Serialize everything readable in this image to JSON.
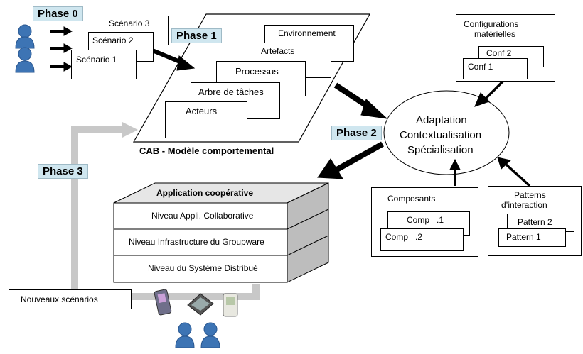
{
  "phases": {
    "p0": "Phase 0",
    "p1": "Phase 1",
    "p2": "Phase 2",
    "p3": "Phase 3"
  },
  "scenarios": [
    "Scénario 3",
    "Scénario 2",
    "Scénario 1"
  ],
  "model": {
    "caption": "CAB - Modèle comportemental",
    "layers": [
      "Environnement",
      "Artefacts",
      "Processus",
      "Arbre de tâches",
      "Acteurs"
    ]
  },
  "hardware": {
    "title_line1": "Configurations",
    "title_line2": "matérielles",
    "items": [
      "Conf 2",
      "Conf 1"
    ]
  },
  "adaptation": [
    "Adaptation",
    "Contextualisation",
    "Spécialisation"
  ],
  "application": {
    "title": "Application coopérative",
    "levels": [
      "Niveau Appli. Collaborative",
      "Niveau Infrastructure du Groupware",
      "Niveau du Système Distribué"
    ]
  },
  "components": {
    "title": "Composants",
    "items": [
      "Comp   .1",
      "Comp   .2"
    ]
  },
  "patterns": {
    "title_line1": "Patterns",
    "title_line2": "d’interaction",
    "items": [
      "Pattern 2",
      "Pattern 1"
    ]
  },
  "new_scenarios": "Nouveaux scénarios",
  "colors": {
    "phase_fill": "#cfe6ef",
    "user_blue": "#3d74b4",
    "gray_arrow": "#c8c8c8"
  }
}
